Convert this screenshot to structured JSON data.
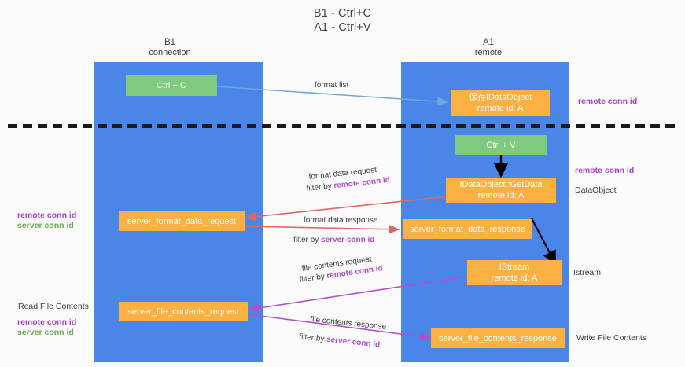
{
  "title": {
    "line1": "B1 - Ctrl+C",
    "line2": "A1 - Ctrl+V"
  },
  "columns": {
    "left": {
      "name": "B1",
      "role": "connection"
    },
    "right": {
      "name": "A1",
      "role": "remote"
    }
  },
  "colors": {
    "lane": "#4a86e8",
    "green_box": "#7fca7f",
    "orange_box": "#fbb042",
    "purple_text": "#a846c8",
    "green_text": "#6aa84f",
    "arrow_blue": "#6fa8dc",
    "arrow_red": "#e06666",
    "arrow_black": "#000000",
    "arrow_magenta": "#b14fcf",
    "divider": "#1a1a1a"
  },
  "boxes": {
    "ctrl_c": {
      "line1": "Ctrl + C",
      "line2": ""
    },
    "save_idataobject": {
      "line1": "保存IDataObject",
      "line2": "remote id: A"
    },
    "ctrl_v": {
      "line1": "Ctrl + V",
      "line2": ""
    },
    "getdata": {
      "line1": "IDataObject::GetData",
      "line2": "remote id: A"
    },
    "istream": {
      "line1": "IStream",
      "line2": "remote id: A"
    },
    "server_format_data_request": {
      "line1": "server_format_data_request",
      "line2": ""
    },
    "server_format_data_response": {
      "line1": "server_format_data_response",
      "line2": ""
    },
    "server_file_contents_request": {
      "line1": "server_file_contents_request",
      "line2": ""
    },
    "server_file_contents_response": {
      "line1": "server_file_contents_response",
      "line2": ""
    }
  },
  "edge_labels": {
    "format_list": "format list",
    "format_data_request": "format data request",
    "format_data_request_filter_prefix": "filter by ",
    "format_data_request_filter_key": "remote conn id",
    "format_data_response": "format data response",
    "format_data_response_filter_prefix": "filter by ",
    "format_data_response_filter_key": "server conn id",
    "file_contents_request": "file contents request",
    "file_contents_request_filter_prefix": "filter by ",
    "file_contents_request_filter_key": "remote conn id",
    "file_contents_response": "file contents response",
    "file_contents_response_filter_prefix": "filter by ",
    "file_contents_response_filter_key": "server conn id"
  },
  "right_notes": {
    "top_remote_conn_id": "remote conn id",
    "mid_remote_conn_id": "remote conn id",
    "dataobject": "DataObject",
    "istream": "Istream",
    "write_file_contents": "Write File Contents"
  },
  "left_notes": {
    "mid_remote_conn_id": "remote conn id",
    "mid_server_conn_id": "server conn id",
    "read_file_contents": "Read File Contents",
    "bot_remote_conn_id": "remote conn id",
    "bot_server_conn_id": "server conn id"
  }
}
